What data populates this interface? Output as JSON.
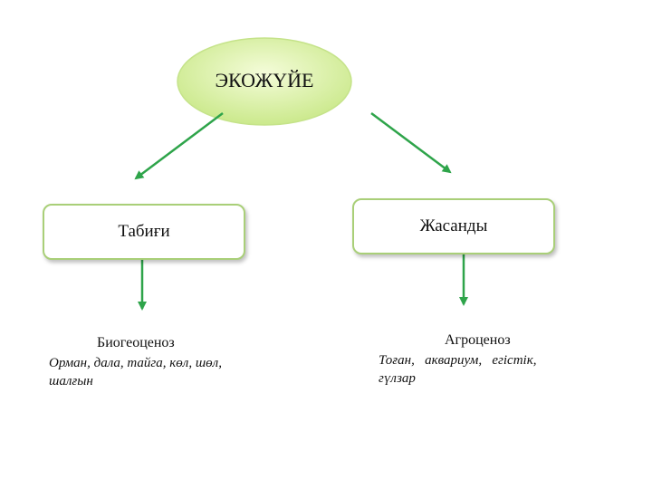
{
  "root": {
    "label": "ЭКОЖҮЙЕ"
  },
  "branches": [
    {
      "label": "Табиғи",
      "type_label": "Биогеоценоз",
      "examples_line1": "Орман, дала, тайга, көл, шөл,",
      "examples_line2": "шалғын"
    },
    {
      "label": "Жасанды",
      "type_label": "Агроценоз",
      "examples_line1": "Тоған,   аквариум,   егістік,",
      "examples_line2": "гүлзар"
    }
  ],
  "colors": {
    "arrow": "#2ea44a",
    "ellipse_fill": "#e2f5b4",
    "box_border": "#a9cf78"
  }
}
